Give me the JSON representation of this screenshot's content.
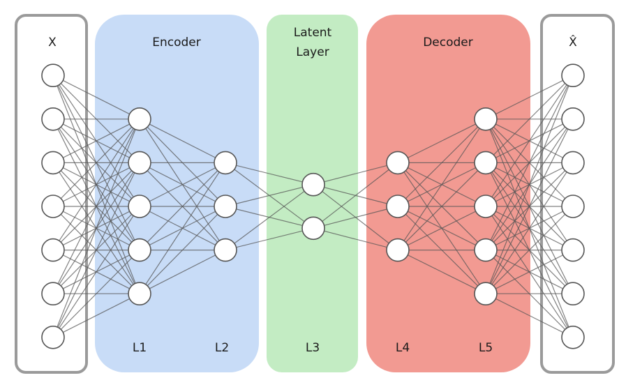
{
  "title": "Autoencoder architecture",
  "colors": {
    "encoder": "#c8dcf7",
    "latent": "#c3ecc3",
    "decoder": "#f29a92",
    "io_border": "#9a9a9a",
    "edge": "#555555",
    "node_fill": "#ffffff"
  },
  "regions": [
    {
      "id": "input",
      "label": "X",
      "style": "outline"
    },
    {
      "id": "encoder",
      "label": "Encoder",
      "style": "fill",
      "color_key": "encoder"
    },
    {
      "id": "latent",
      "label_lines": [
        "Latent",
        "Layer"
      ],
      "style": "fill",
      "color_key": "latent"
    },
    {
      "id": "decoder",
      "label": "Decoder",
      "style": "fill",
      "color_key": "decoder"
    },
    {
      "id": "output",
      "label": "X̂",
      "style": "outline"
    }
  ],
  "layers": [
    {
      "id": "input",
      "label": "",
      "neurons": 7
    },
    {
      "id": "L1",
      "label": "L1",
      "neurons": 5
    },
    {
      "id": "L2",
      "label": "L2",
      "neurons": 3
    },
    {
      "id": "L3",
      "label": "L3",
      "neurons": 2
    },
    {
      "id": "L4",
      "label": "L4",
      "neurons": 3
    },
    {
      "id": "L5",
      "label": "L5",
      "neurons": 5
    },
    {
      "id": "output",
      "label": "",
      "neurons": 7
    }
  ],
  "connectivity": "fully-connected between adjacent layers"
}
